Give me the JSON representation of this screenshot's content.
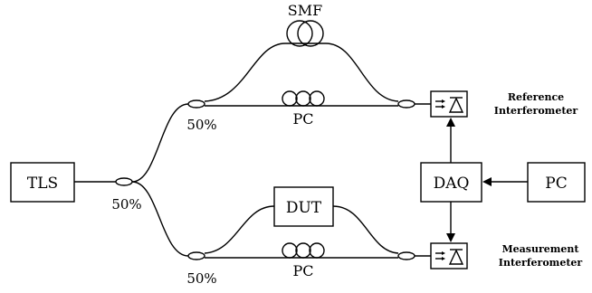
{
  "blocks": {
    "tls": "TLS",
    "dut": "DUT",
    "daq": "DAQ",
    "pc_right": "PC"
  },
  "labels": {
    "smf": "SMF",
    "pc_top": "PC",
    "pc_bottom": "PC",
    "split_main": "50%",
    "split_top": "50%",
    "split_bottom": "50%",
    "ref_line1": "Reference",
    "ref_line2": "Interferometer",
    "meas_line1": "Measurement",
    "meas_line2": "Interferometer"
  },
  "colors": {
    "line": "#000000",
    "background": "#ffffff"
  },
  "icons": {
    "coupler": "fiber-coupler-ellipse",
    "polarization_controller": "three-loop-pc",
    "fiber_spool": "fiber-spool",
    "photodetector": "photodiode-triangle"
  }
}
